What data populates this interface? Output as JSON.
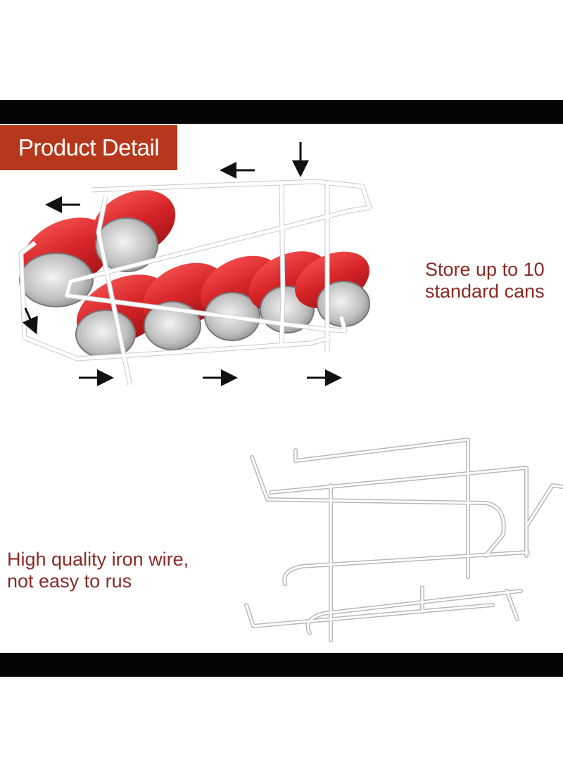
{
  "badge": {
    "label": "Product Detail"
  },
  "captions": [
    {
      "lines": [
        "Store up to 10",
        "standard cans"
      ]
    },
    {
      "lines": [
        "High quality iron wire,",
        "not easy to rus"
      ]
    }
  ],
  "colors": {
    "badge_bg": "#b5381c",
    "caption_text": "#8a2a22",
    "bars": "#050505",
    "can_red": "#d8262a",
    "wire": "#ffffff"
  },
  "icons": [
    "arrow-left-icon",
    "arrow-down-icon",
    "arrow-right-icon"
  ]
}
